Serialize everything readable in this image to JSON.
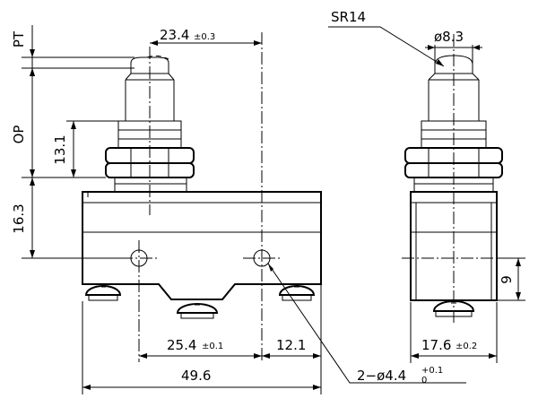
{
  "dimensions": {
    "pt": "PT",
    "op": "OP",
    "d13_1": "13.1",
    "d16_3": "16.3",
    "d23_4": "23.4",
    "d23_4_tol": "±0.3",
    "sr14": "SR14",
    "dia8_3": "ø8.3",
    "d25_4": "25.4",
    "d25_4_tol": "±0.1",
    "d12_1": "12.1",
    "d49_6": "49.6",
    "holes": "2−ø4.4",
    "holes_tol_upper": "+0.1",
    "holes_tol_lower": "0",
    "d17_6": "17.6",
    "d17_6_tol": "±0.2",
    "d9": "9"
  }
}
